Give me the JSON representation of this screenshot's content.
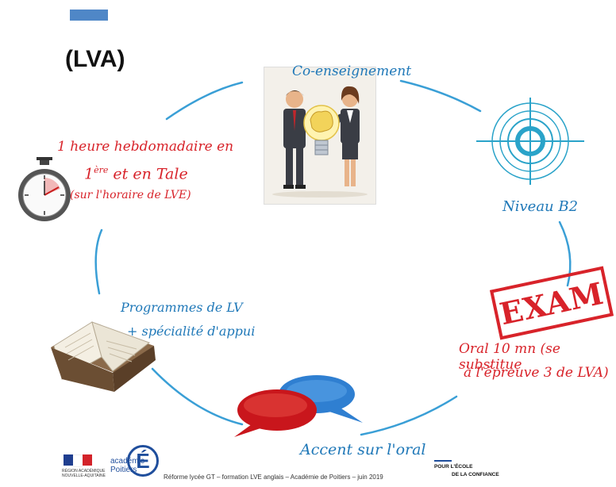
{
  "title": "(LVA)",
  "colors": {
    "accent_blue": "#1f78b8",
    "accent_red": "#d8232a",
    "ring": "#3a9fd6"
  },
  "nodes": {
    "coenseignement": "Co-enseignement",
    "niveau": "Niveau B2",
    "exam_stamp": "EXAM",
    "oral_line1": "Oral 10 mn (se substitue",
    "oral_line2": "à l'épreuve 3 de LVA)",
    "accent": "Accent sur l'oral",
    "programmes_line1": "Programmes de LV",
    "programmes_line2": "+ spécialité d'appui",
    "heure_line1": "1 heure hebdomadaire en",
    "heure_line2_num": "1",
    "heure_line2_sup": "ère",
    "heure_line2_rest": " et en Tale",
    "heure_line3": "(sur l'horaire de LVE)"
  },
  "icons": [
    "stopwatch-icon",
    "target-icon",
    "exam-stamp",
    "book-icon",
    "speech-bubbles-icon",
    "teachers-lightbulb-image"
  ],
  "footer": {
    "text": "Réforme lycée GT – formation LVE anglais – Académie de Poitiers – juin 2019",
    "academie_line1": "académie",
    "academie_line2": "Poitiers",
    "academie_letter": "É",
    "region": "RÉGION ACADÉMIQUE NOUVELLE-AQUITAINE",
    "ecole_line1": "POUR L'ÉCOLE",
    "ecole_line2": "DE LA CONFIANCE"
  }
}
